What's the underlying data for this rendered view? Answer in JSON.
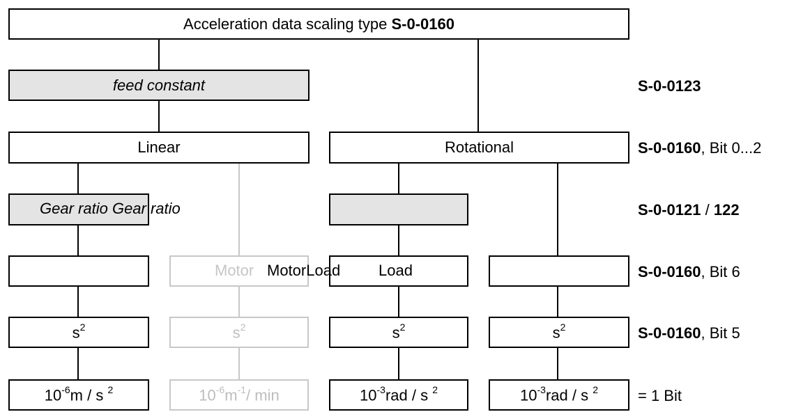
{
  "title": {
    "text": "Acceleration data scaling type ",
    "bold": "S-0-0160"
  },
  "feed_constant": "feed constant",
  "linear": "Linear",
  "rotational": "Rotational",
  "gear_ratio_1": "Gear ratio",
  "gear_ratio_2": "Gear ratio",
  "motor_faint": "Motor",
  "motor": "Motor",
  "load_overlap": "Load",
  "load": "Load",
  "s_base": "s",
  "s_exp": "2",
  "units": {
    "linear_prefix": "10",
    "linear_exp": "-6",
    "linear_unit": "m / s",
    "linear_pow": "2",
    "faint_prefix": "10",
    "faint_exp": "-6",
    "faint_mid": "m",
    "faint_exp2": "-1",
    "faint_unit": "/ min",
    "rot_prefix": "10",
    "rot_exp": "-3",
    "rot_unit": "rad / s",
    "rot_pow": "2"
  },
  "right_labels": {
    "r1_bold": "S-0-0123",
    "r2_bold": "S-0-0160",
    "r2_text": ", Bit 0...2",
    "r3_bold1": "S-0-0121",
    "r3_sep": " / ",
    "r3_bold2": "122",
    "r4_bold": "S-0-0160",
    "r4_text": ", Bit 6",
    "r5_bold": "S-0-0160",
    "r5_text": ", Bit 5",
    "r6_text": "= 1 Bit"
  }
}
